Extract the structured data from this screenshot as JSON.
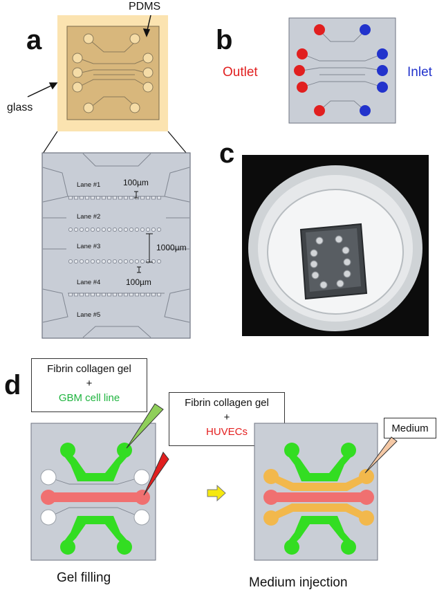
{
  "panels": {
    "a": {
      "letter": "a",
      "pdms_label": "PDMS",
      "glass_label": "glass",
      "lanes": [
        "Lane #1",
        "Lane #2",
        "Lane #3",
        "Lane #4",
        "Lane #5"
      ],
      "dim_1": "100µm",
      "dim_2": "1000µm",
      "dim_3": "100µm"
    },
    "b": {
      "letter": "b",
      "outlet_label": "Outlet",
      "inlet_label": "Inlet"
    },
    "c": {
      "letter": "c"
    },
    "d": {
      "letter": "d",
      "box1_line1": "Fibrin collagen gel",
      "box1_plus": "+",
      "box1_line3": "GBM cell line",
      "box2_line1": "Fibrin collagen gel",
      "box2_plus": "+",
      "box2_line3": "HUVECs",
      "box3_label": "Medium",
      "caption_left": "Gel filling",
      "caption_right": "Medium injection"
    }
  },
  "colors": {
    "outlet": "#e11f1f",
    "inlet": "#2233cc",
    "green_gel": "#33dd22",
    "red_gel": "#f07070",
    "medium": "#f2b84c",
    "chip_gray": "#c9ced6",
    "glass": "#fbe3b0",
    "pdms": "#d8b77c"
  }
}
